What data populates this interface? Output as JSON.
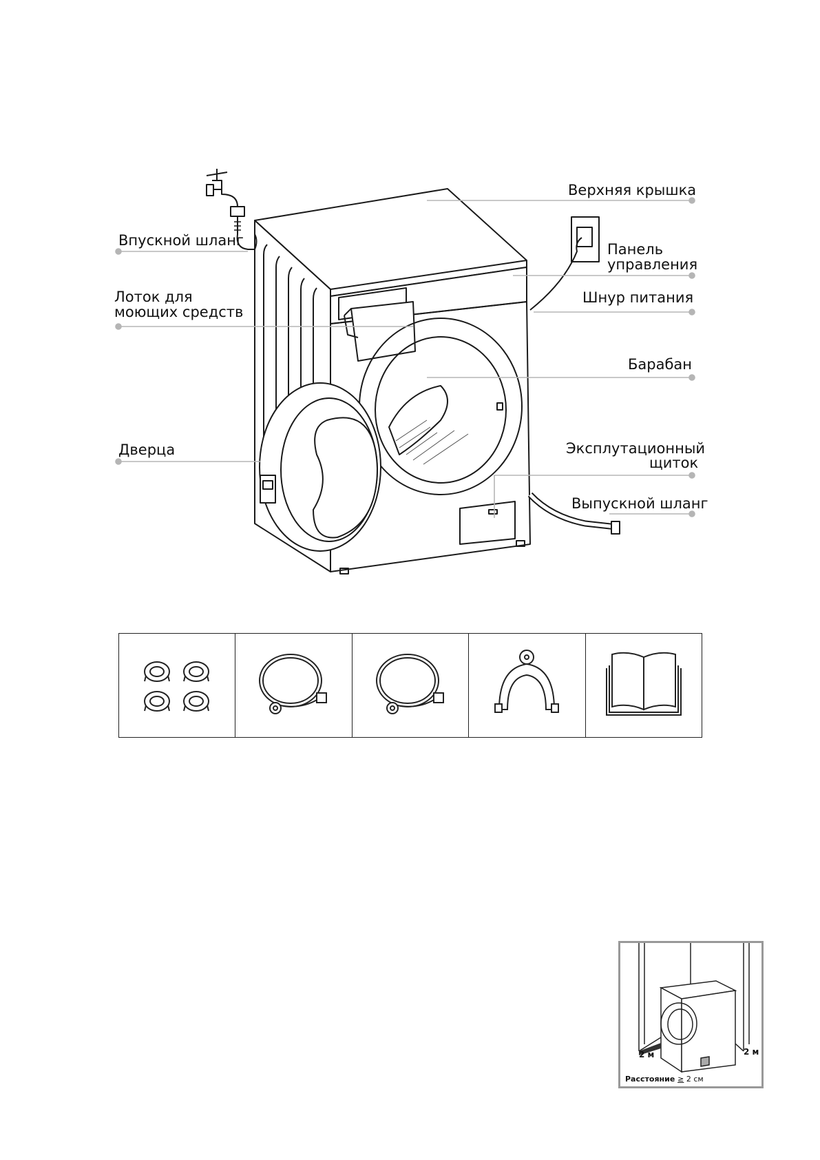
{
  "labels": {
    "top_cover": "Верхняя крышка",
    "inlet_hose": "Впускной шланг",
    "control_panel_line1": "Панель",
    "control_panel_line2": "управления",
    "power_cord": "Шнур питания",
    "detergent_tray_line1": "Лоток для",
    "detergent_tray_line2": "моющих средств",
    "drum": "Барабан",
    "door": "Дверца",
    "service_panel_line1": "Эксплутационный",
    "service_panel_line2": "щиток",
    "outlet_hose": "Выпускной шланг"
  },
  "accessories": [
    "leveling-feet",
    "inlet-hose",
    "inlet-hose",
    "hose-holder",
    "manual"
  ],
  "installation": {
    "left_clearance": "2 м",
    "right_clearance": "2 м",
    "distance_prefix": "Расстояние ",
    "distance_symbol": "≥",
    "distance_value": " 2 см"
  }
}
